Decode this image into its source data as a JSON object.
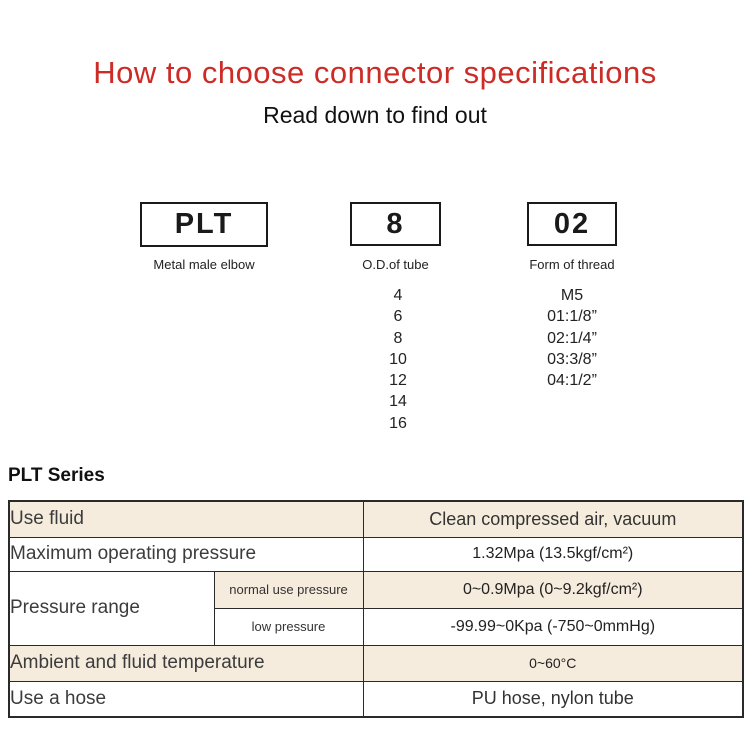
{
  "page": {
    "title": "How to choose connector specifications",
    "subtitle": "Read down to find out"
  },
  "model_code": {
    "segments": [
      {
        "code": "PLT",
        "label": "Metal male elbow"
      },
      {
        "code": "8",
        "label": "O.D.of tube",
        "options": [
          "4",
          "6",
          "8",
          "10",
          "12",
          "14",
          "16"
        ]
      },
      {
        "code": "02",
        "label": "Form of thread",
        "options": [
          "M5",
          "01:1/8”",
          "02:1/4”",
          "03:3/8”",
          "04:1/2”"
        ]
      }
    ]
  },
  "series": {
    "heading": "PLT Series"
  },
  "spec_table": {
    "rows": [
      {
        "label": "Use fluid",
        "value": "Clean compressed air, vacuum"
      },
      {
        "label": "Maximum operating pressure",
        "value": "1.32Mpa (13.5kgf/cm²)"
      },
      {
        "label": "Pressure range",
        "sub_label": "normal use pressure",
        "value": "0~0.9Mpa (0~9.2kgf/cm²)"
      },
      {
        "sub_label": "low pressure",
        "value": "-99.99~0Kpa (-750~0mmHg)"
      },
      {
        "label": "Ambient and fluid temperature",
        "value": "0~60°C"
      },
      {
        "label": "Use a hose",
        "value": "PU hose, nylon tube"
      }
    ]
  },
  "colors": {
    "accent_red": "#cc2b26",
    "row_highlight": "#f5ecdd",
    "table_border": "#2a2a2a"
  }
}
